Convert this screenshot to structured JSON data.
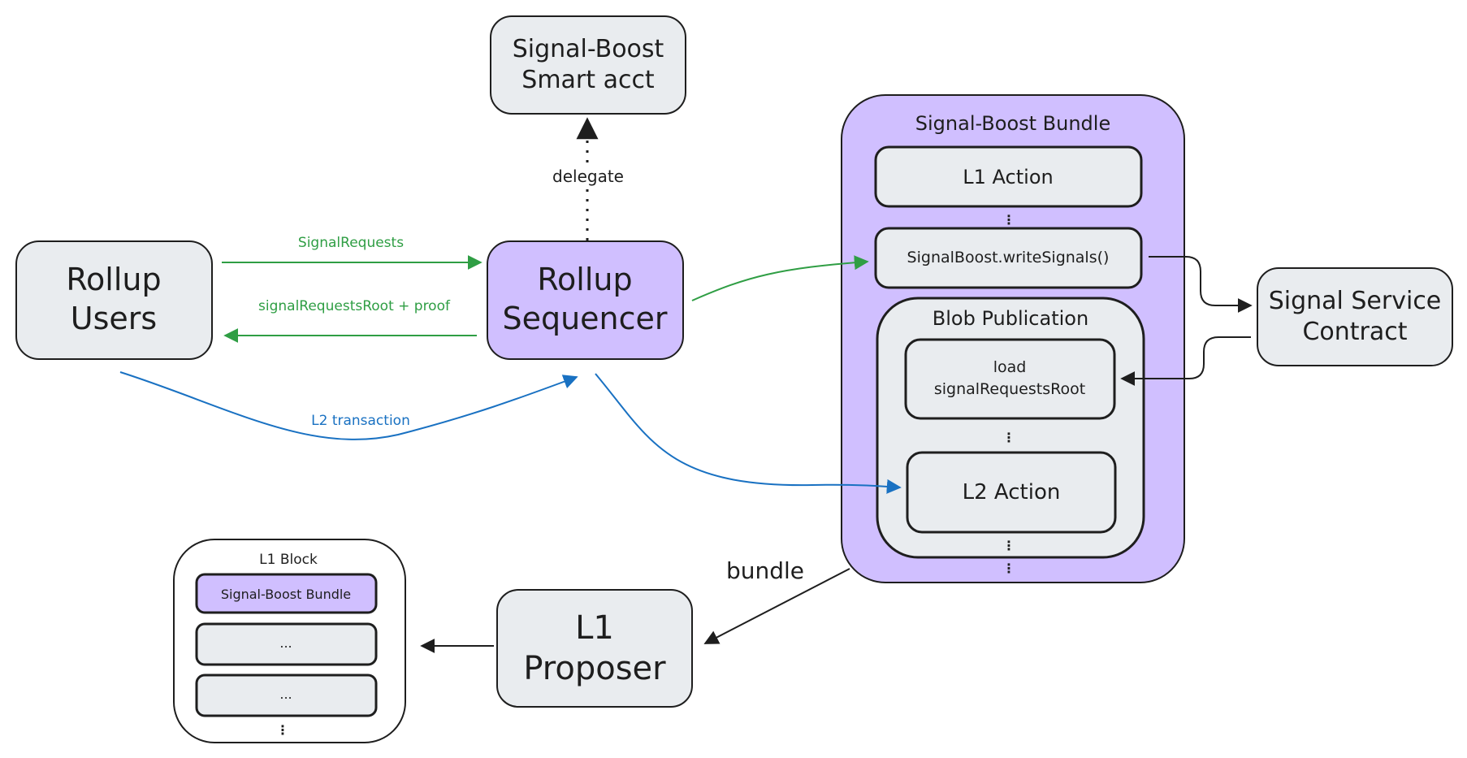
{
  "colors": {
    "purple": "#d0bfff",
    "grey": "#e9ecef",
    "green": "#2f9e44",
    "blue": "#1971c2",
    "stroke": "#1e1e1e"
  },
  "nodes": {
    "smart_acct": [
      "Signal-Boost",
      "Smart acct"
    ],
    "rollup_users": [
      "Rollup",
      "Users"
    ],
    "rollup_sequencer": [
      "Rollup",
      "Sequencer"
    ],
    "signal_boost_bundle": "Signal-Boost Bundle",
    "l1_action": "L1 Action",
    "write_signals": "SignalBoost.writeSignals()",
    "blob_publication": "Blob Publication",
    "load_root": [
      "load",
      "signalRequestsRoot"
    ],
    "l2_action": "L2 Action",
    "signal_service": [
      "Signal Service",
      "Contract"
    ],
    "l1_proposer": [
      "L1",
      "Proposer"
    ],
    "l1_block": "L1 Block",
    "l1_block_bundle": "Signal-Boost Bundle",
    "l1_block_item_1": "...",
    "l1_block_item_2": "..."
  },
  "edges": {
    "delegate": "delegate",
    "signal_requests": "SignalRequests",
    "root_proof": "signalRequestsRoot + proof",
    "l2_transaction": "L2 transaction",
    "bundle": "bundle"
  },
  "continuation_marker": "⋮"
}
